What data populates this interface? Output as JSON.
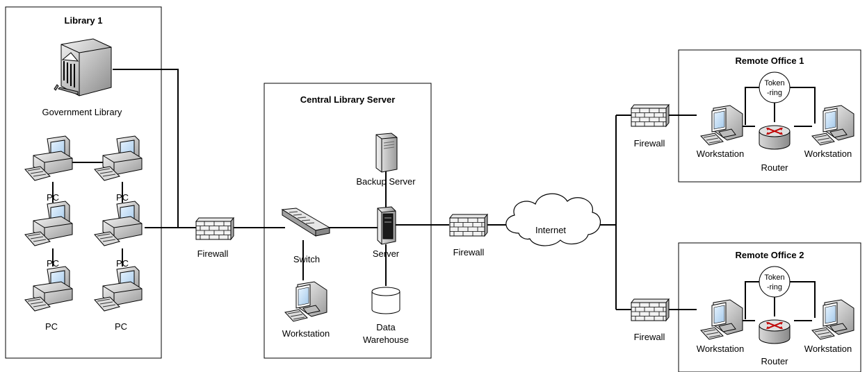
{
  "groups": {
    "library1": {
      "title": "Library 1"
    },
    "central": {
      "title": "Central Library Server"
    },
    "remote1": {
      "title": "Remote Office 1"
    },
    "remote2": {
      "title": "Remote Office 2"
    }
  },
  "library1": {
    "government_library": "Government Library",
    "pcs": [
      "PC",
      "PC",
      "PC",
      "PC",
      "PC",
      "PC"
    ]
  },
  "firewalls": [
    "Firewall",
    "Firewall",
    "Firewall",
    "Firewall"
  ],
  "central": {
    "switch": "Switch",
    "workstation": "Workstation",
    "backup_server": "Backup Server",
    "server": "Server",
    "data_warehouse_line1": "Data",
    "data_warehouse_line2": "Warehouse"
  },
  "internet": "Internet",
  "remote1": {
    "token_line1": "Token",
    "token_line2": "-ring",
    "workstation_left": "Workstation",
    "workstation_right": "Workstation",
    "router": "Router"
  },
  "remote2": {
    "token_line1": "Token",
    "token_line2": "-ring",
    "workstation_left": "Workstation",
    "workstation_right": "Workstation",
    "router": "Router"
  },
  "icons": {
    "building": "government-building-icon",
    "pc": "desktop-pc-icon",
    "workstation": "crt-workstation-icon",
    "firewall": "brick-firewall-icon",
    "switch": "network-switch-icon",
    "server": "tower-server-icon",
    "database": "database-cylinder-icon",
    "cloud": "cloud-icon",
    "router": "router-icon"
  },
  "colors": {
    "line": "#000000",
    "router_arrows": "#c00000"
  }
}
